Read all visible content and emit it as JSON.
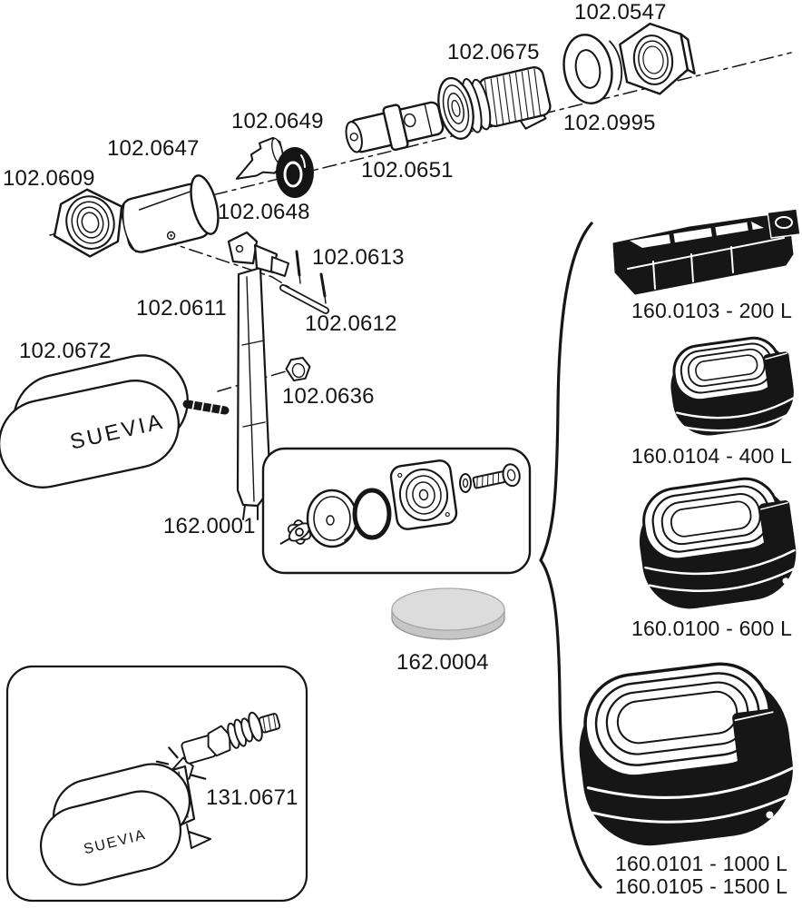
{
  "diagram": {
    "brand": {
      "float_main": "SUEVIA",
      "float_small": "SUEVIA"
    },
    "labels": {
      "p102_0547": "102.0547",
      "p102_0675": "102.0675",
      "p102_0995": "102.0995",
      "p102_0649": "102.0649",
      "p102_0651": "102.0651",
      "p102_0647": "102.0647",
      "p102_0609": "102.0609",
      "p102_0648": "102.0648",
      "p102_0613": "102.0613",
      "p102_0611": "102.0611",
      "p102_0612": "102.0612",
      "p102_0672": "102.0672",
      "p102_0636": "102.0636",
      "p162_0001": "162.0001",
      "p162_0004": "162.0004",
      "p131_0671": "131.0671"
    },
    "troughs": [
      {
        "label": "160.0103 - 200 L"
      },
      {
        "label": "160.0104 - 400 L"
      },
      {
        "label": "160.0100 - 600 L"
      },
      {
        "label": "160.0101 - 1000 L"
      },
      {
        "label": "160.0105 - 1500 L"
      }
    ],
    "colors": {
      "ink": "#161616",
      "background": "#ffffff",
      "disc_gray": "#d8d8d8"
    }
  }
}
